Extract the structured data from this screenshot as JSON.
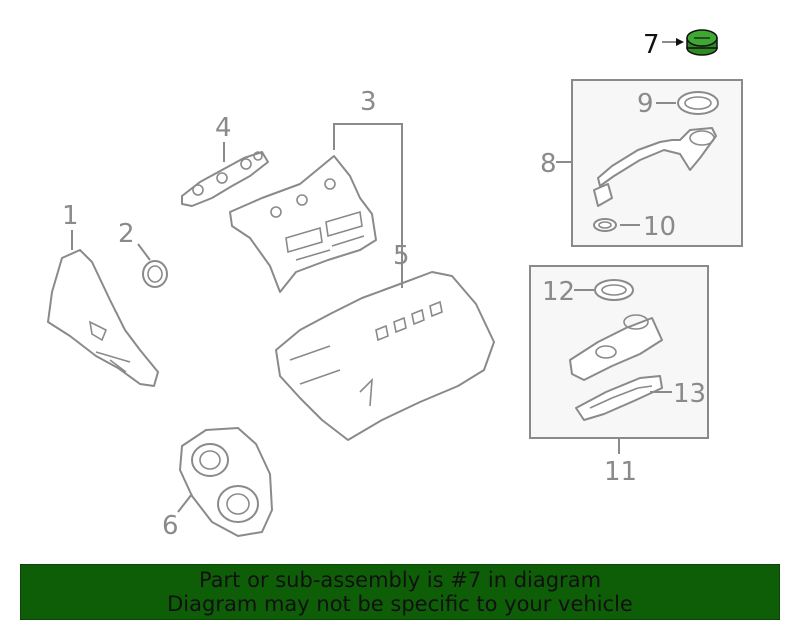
{
  "colors": {
    "highlight_part": "#2e8b22",
    "line": "#8a8a8a",
    "banner_bg": "#0e5e08"
  },
  "callouts": {
    "c1": "1",
    "c2": "2",
    "c3": "3",
    "c4": "4",
    "c5": "5",
    "c6": "6",
    "c7": "7",
    "c8": "8",
    "c9": "9",
    "c10": "10",
    "c11": "11",
    "c12": "12",
    "c13": "13"
  },
  "highlighted_callout": "7",
  "banner": {
    "line1": "Part or sub-assembly is #7 in diagram",
    "line2": "Diagram may not be specific to your vehicle"
  }
}
